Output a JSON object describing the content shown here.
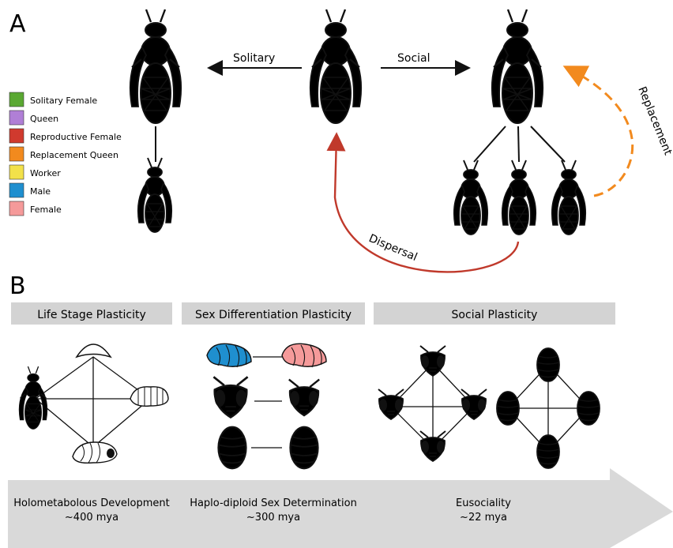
{
  "panel_a": {
    "label": "A",
    "arrow_left_label": "Solitary",
    "arrow_right_label": "Social",
    "replacement_label": "Replacement",
    "dispersal_label": "Dispersal",
    "legend": [
      {
        "label": "Solitary Female",
        "color": "#5aa832"
      },
      {
        "label": "Queen",
        "color": "#b07fd6"
      },
      {
        "label": "Reproductive Female",
        "color": "#d03a2e"
      },
      {
        "label": "Replacement Queen",
        "color": "#f28a1e"
      },
      {
        "label": "Worker",
        "color": "#f2e14a"
      },
      {
        "label": "Male",
        "color": "#1f8fcf"
      },
      {
        "label": "Female",
        "color": "#f59a9a"
      }
    ]
  },
  "panel_b": {
    "label": "B",
    "headers": {
      "life_stage": "Life Stage Plasticity",
      "sex_diff": "Sex Differentiation Plasticity",
      "social": "Social Plasticity"
    },
    "timeline": [
      {
        "event": "Holometabolous Development",
        "age": "~400 mya"
      },
      {
        "event": "Haplo-diploid Sex Determination",
        "age": "~300 mya"
      },
      {
        "event": "Eusociality",
        "age": "~22 mya"
      }
    ]
  },
  "colors": {
    "arrow_dark": "#111111",
    "dispersal_arrow": "#c0392b",
    "replacement_arrow": "#f28a1e",
    "header_bg": "#d3d3d3",
    "timeline_bg": "#d9d9d9"
  }
}
